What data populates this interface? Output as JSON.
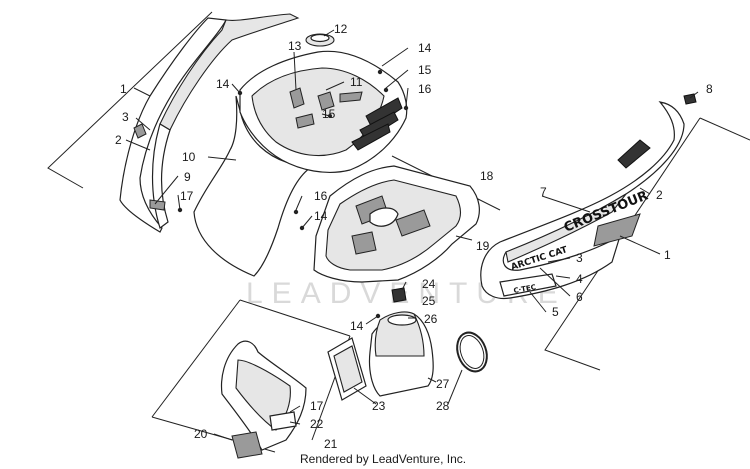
{
  "callouts": [
    {
      "id": "c1a",
      "text": "1"
    },
    {
      "id": "c2a",
      "text": "2"
    },
    {
      "id": "c3a",
      "text": "3"
    },
    {
      "id": "c9",
      "text": "9"
    },
    {
      "id": "c17a",
      "text": "17"
    },
    {
      "id": "c10",
      "text": "10"
    },
    {
      "id": "c14a",
      "text": "14"
    },
    {
      "id": "c13",
      "text": "13"
    },
    {
      "id": "c12",
      "text": "12"
    },
    {
      "id": "c11",
      "text": "11"
    },
    {
      "id": "c15a",
      "text": "15"
    },
    {
      "id": "c14b",
      "text": "14"
    },
    {
      "id": "c15b",
      "text": "15"
    },
    {
      "id": "c16a",
      "text": "16"
    },
    {
      "id": "c16b",
      "text": "16"
    },
    {
      "id": "c14c",
      "text": "14"
    },
    {
      "id": "c18",
      "text": "18"
    },
    {
      "id": "c19",
      "text": "19"
    },
    {
      "id": "c24",
      "text": "24"
    },
    {
      "id": "c25",
      "text": "25"
    },
    {
      "id": "c14d",
      "text": "14"
    },
    {
      "id": "c26",
      "text": "26"
    },
    {
      "id": "c27",
      "text": "27"
    },
    {
      "id": "c28",
      "text": "28"
    },
    {
      "id": "c23",
      "text": "23"
    },
    {
      "id": "c17b",
      "text": "17"
    },
    {
      "id": "c22",
      "text": "22"
    },
    {
      "id": "c20",
      "text": "20"
    },
    {
      "id": "c21",
      "text": "21"
    },
    {
      "id": "c8",
      "text": "8"
    },
    {
      "id": "c7",
      "text": "7"
    },
    {
      "id": "c2b",
      "text": "2"
    },
    {
      "id": "c1b",
      "text": "1"
    },
    {
      "id": "c3b",
      "text": "3"
    },
    {
      "id": "c4",
      "text": "4"
    },
    {
      "id": "c6",
      "text": "6"
    },
    {
      "id": "c5",
      "text": "5"
    }
  ],
  "decals": {
    "crosstour": "CROSSTOUR",
    "arctic_cat": "ARCTIC CAT",
    "logo_small": "C·TEC"
  },
  "watermark": "LEADVENTURE",
  "footer": "Rendered by LeadVenture, Inc."
}
